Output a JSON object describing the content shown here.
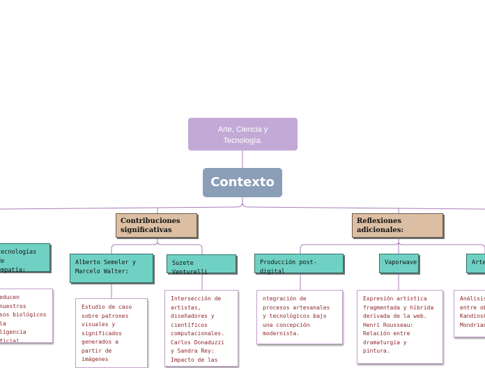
{
  "nodes": {
    "parent": "Arte, Ciencia y\nTecnología.",
    "center": "Contexto",
    "cat_contrib": "Contribuciones\nsignificativas",
    "cat_reflex": "Reflexiones\nadicionales:",
    "sub_tecnologias": "tecnologías de\nempatía:",
    "sub_semeler": "Alberto Semeler y\nMarcelo Walter:",
    "sub_venturelli": "Suzete Venturelli",
    "sub_postdigital": "Producción post-digital",
    "sub_vaporwave": "Vaporwave",
    "sub_arte": "Arte",
    "note_tecnologias": "educen nuestros\nsos biológicos\nla\nligencia\nficial.",
    "note_semeler": "Estudio de caso\nsobre patrones\nvisuales y\nsignificados\ngenerados a\npartir de\nimágenes",
    "note_venturelli": "Intersección de\nartistas,\ndiseñadores y\ncientíficos\ncomputacionales.\nCarlos Donaduzzi\ny Sandra Rey:\nImpacto de las",
    "note_postdigital": "ntegración de\nprocesos artesanales\ny tecnológicos bajo\nuna concepción\nmodernista.",
    "note_vaporwave": "Expresión artística\nfragmentada y híbrida\nderivada de la web.\nHenri Rousseau:\nRelación entre\ndramaturgia y\npintura.",
    "note_arte": "Análisis\nentre ob\nKandinsk\nMondrian"
  },
  "colors": {
    "parent": "#c3a9d6",
    "center": "#8b9eb7",
    "category": "#dcbfa3",
    "subtopic": "#6fd1c4",
    "connector": "#a77bb8",
    "note_text": "#8e2427"
  }
}
